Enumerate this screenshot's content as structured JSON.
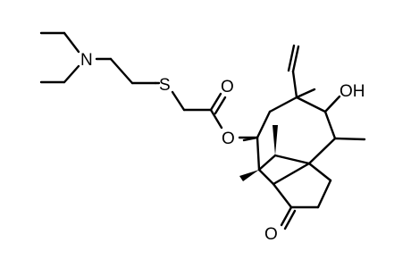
{
  "figure": {
    "atom_labels": {
      "amine_nitrogen": "N",
      "thioether_sulfur": "S",
      "carbonyl_oxygen_ester": "O",
      "ester_oxygen": "O",
      "hydroxyl": "OH",
      "ketone_oxygen": "O"
    },
    "colors": {
      "ink": "#000000",
      "background": "#ffffff"
    }
  }
}
